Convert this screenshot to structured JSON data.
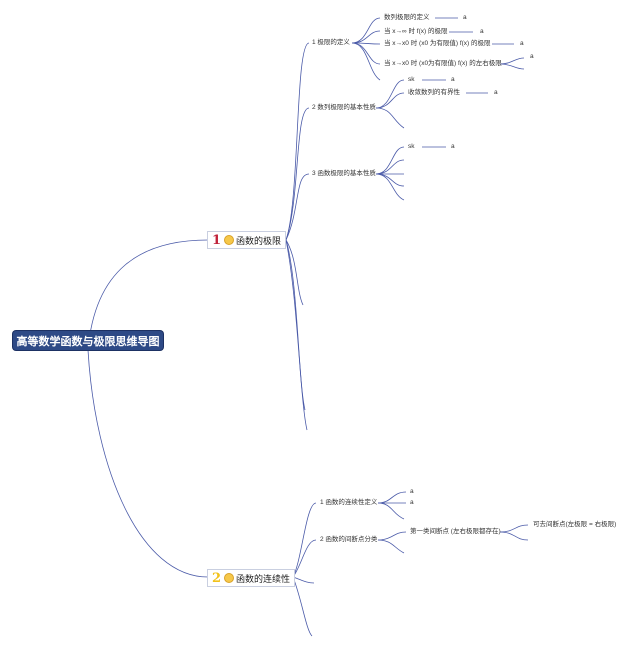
{
  "root": {
    "title": "高等数学函数与极限思维导图"
  },
  "topics": [
    {
      "num": "1",
      "title": "函数的极限",
      "emoji": "face-emoji-icon"
    },
    {
      "num": "2",
      "title": "函数的连续性",
      "emoji": "face-emoji-icon"
    }
  ],
  "t1": {
    "b1": "1 极限的定义",
    "b1_children": [
      "数列极限的定义",
      "当 x→∞ 时 f(x) 的极限",
      "当 x→x0 时 (x0 为有限值) f(x) 的极限",
      "当 x→x0 时 (x0为有限值) f(x) 的左右极限"
    ],
    "b1_tails": [
      "a",
      "a",
      "a",
      "a"
    ],
    "b2": "2 数列极限的基本性质",
    "b2_children": [
      "sk",
      "收敛数列的有界性"
    ],
    "b2_tails": [
      "a",
      "a"
    ],
    "b3": "3 函数极限的基本性质",
    "b3_children": [
      "sk"
    ],
    "b3_tails": [
      "a"
    ]
  },
  "t2": {
    "b1": "1 函数的连续性定义",
    "b1_tails": [
      "a",
      "a"
    ],
    "b2": "2 函数的间断点分类",
    "b2_child": "第一类间断点 (左右极限都存在)",
    "b2_grandchild": "可去间断点(左极限 = 右极限)"
  },
  "colors": {
    "line": "#4a5aa8",
    "root_bg": "#2e4a86",
    "topic1_num": "#c0223a",
    "topic2_num": "#f2c21a"
  }
}
